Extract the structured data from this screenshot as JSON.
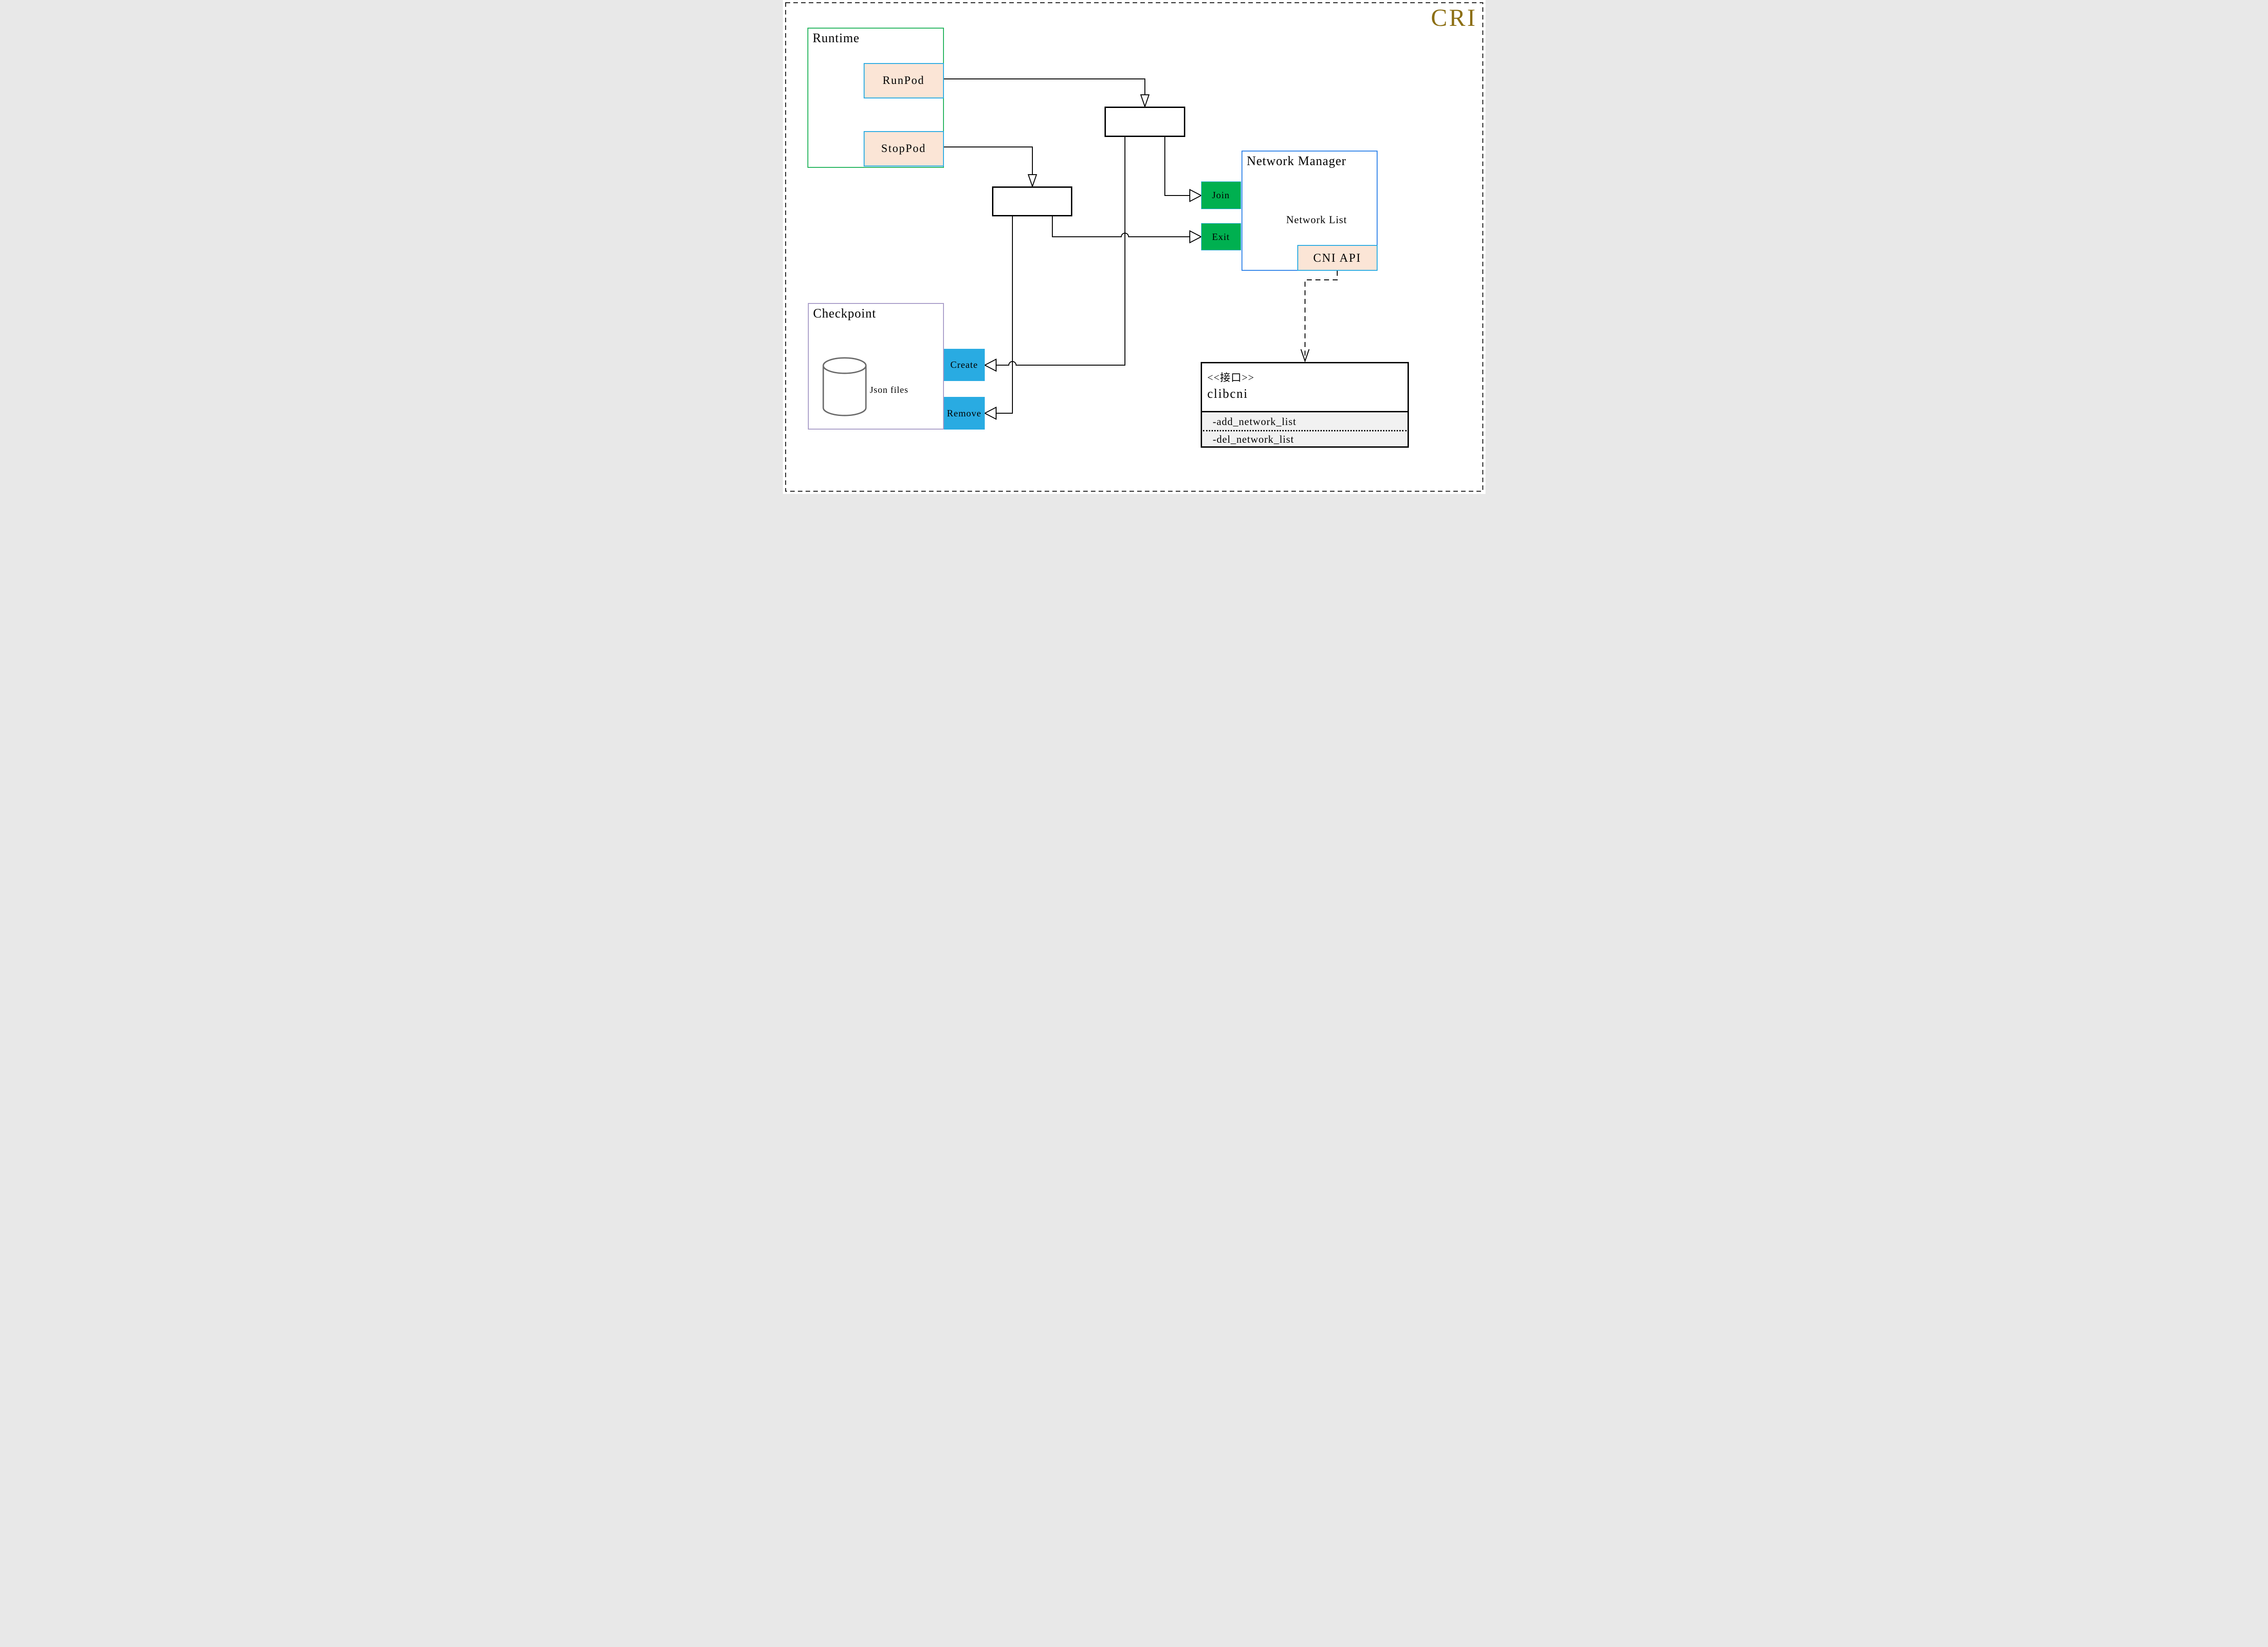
{
  "title": "CRI",
  "colors": {
    "wire": "#000000",
    "green_box": "#00b050",
    "blue_box": "#29abe2",
    "peach_fill": "#fbe5d6",
    "peach_border": "#29abe2",
    "runtime_border": "#21b35b",
    "checkpoint_border": "#a89cc8",
    "nm_border": "#2e82e8",
    "title_color": "#8c6f14",
    "gray_section": "#f1f1f1",
    "cylinder_stroke": "#6a6a6a",
    "page_bg": "#ffffff"
  },
  "runtime": {
    "label": "Runtime",
    "buttons": [
      "RunPod",
      "StopPod"
    ]
  },
  "checkpoint": {
    "label": "Checkpoint",
    "datastore": "Json files",
    "buttons": [
      "Create",
      "Remove"
    ]
  },
  "network_manager": {
    "label": "Network Manager",
    "datastore": "Network List",
    "actions": [
      "Join",
      "Exit"
    ],
    "api_label": "CNI API"
  },
  "interface_box": {
    "stereotype": "<<接口>>",
    "name": "clibcni",
    "methods": [
      "-add_network_list",
      "-del_network_list"
    ]
  }
}
